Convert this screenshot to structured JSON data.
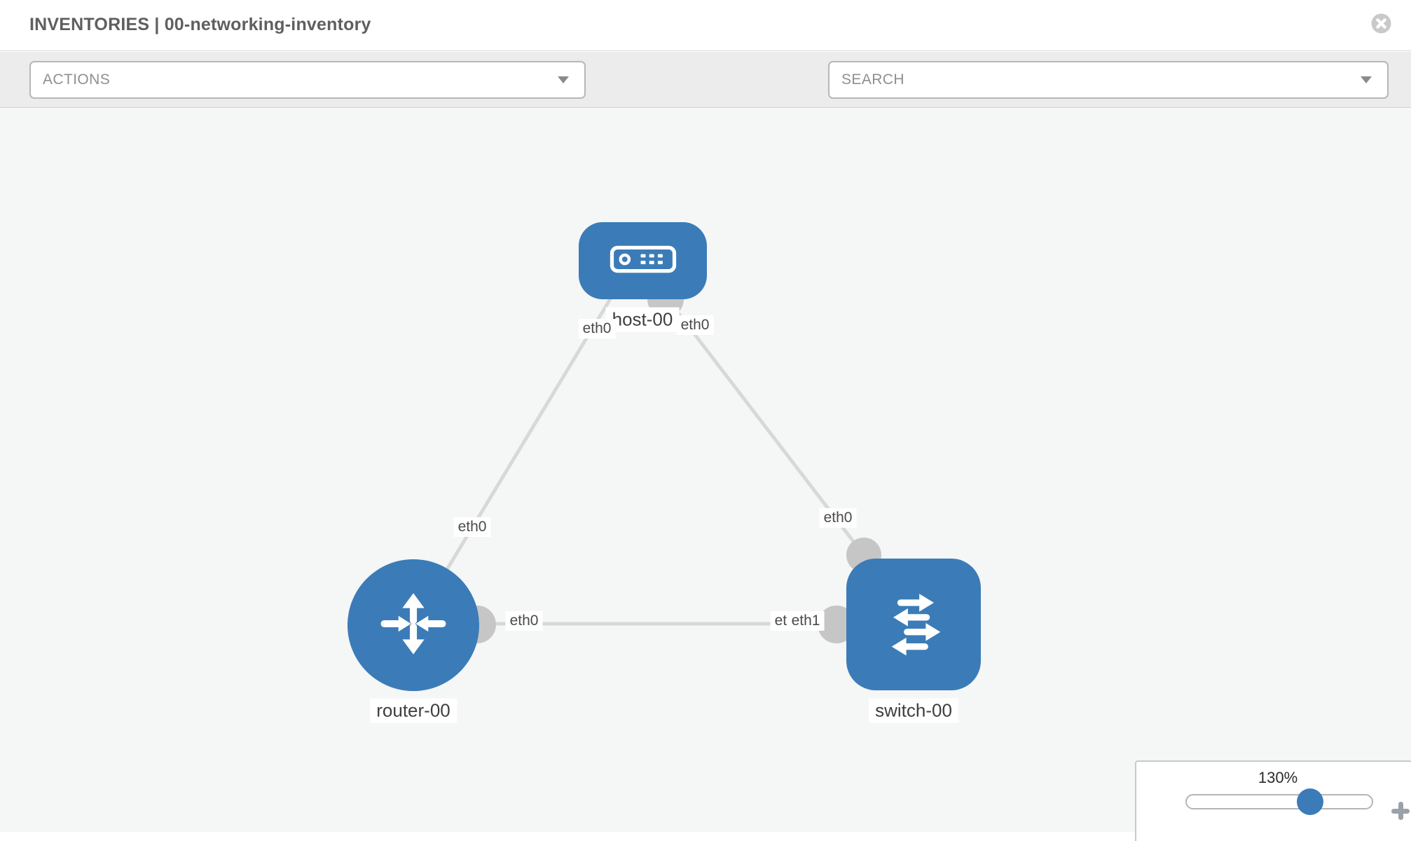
{
  "header": {
    "title": "INVENTORIES | 00-networking-inventory",
    "close_icon": "x-circle"
  },
  "toolbar": {
    "actions_label": "ACTIONS",
    "search_label": "SEARCH",
    "icons": [
      "wrench-icon",
      "key-icon"
    ]
  },
  "topology": {
    "nodes": [
      {
        "label": "host-00",
        "type": "host",
        "icon": "server-icon"
      },
      {
        "label": "router-00",
        "type": "router",
        "icon": "router-arrows-icon"
      },
      {
        "label": "switch-00",
        "type": "switch",
        "icon": "switch-arrows-icon"
      }
    ],
    "links": [
      {
        "from": "host-00",
        "to": "router-00"
      },
      {
        "from": "host-00",
        "to": "switch-00"
      },
      {
        "from": "router-00",
        "to": "switch-00"
      }
    ],
    "ports": [
      {
        "text": "eth0"
      },
      {
        "text": "eth0"
      },
      {
        "text": "eth0"
      },
      {
        "text": "eth0"
      },
      {
        "text": "eth0"
      },
      {
        "text": "eth1"
      },
      {
        "text": "eth1"
      }
    ]
  },
  "zoom_control": {
    "level": "130%"
  },
  "colors": {
    "accent_blue": "#3b7cb8",
    "edge_gray": "#d8d8d8",
    "interface_gray": "#c6c6c6",
    "toolbar_bg": "#ececec",
    "canvas_bg": "#f5f6f6",
    "title_gray": "#5f5f5f",
    "placeholder_gray": "#8f8f8f",
    "icon_slate": "#6b7580"
  }
}
